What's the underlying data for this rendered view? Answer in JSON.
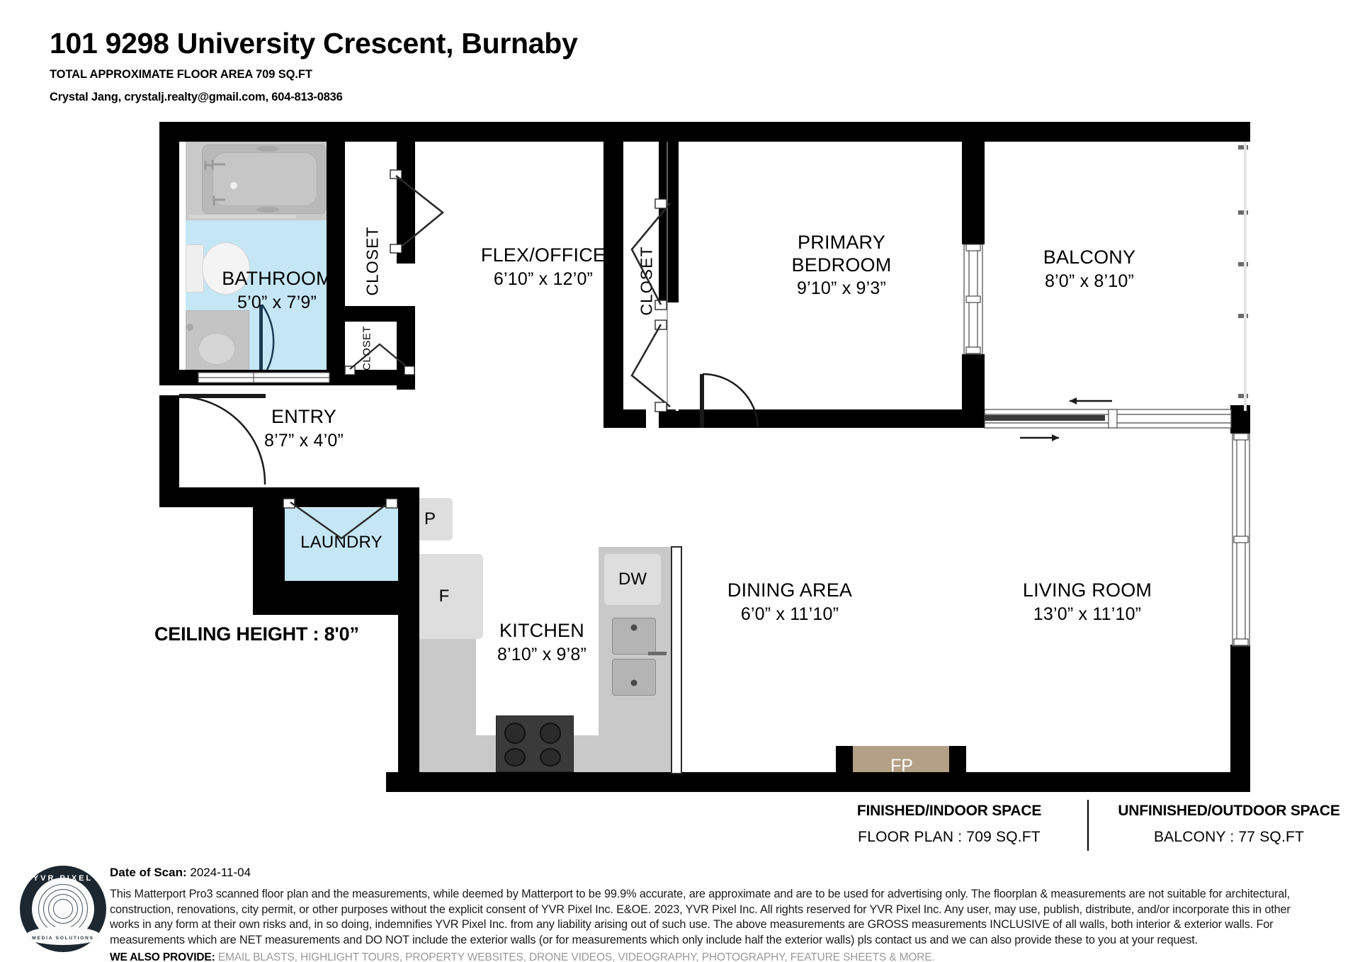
{
  "header": {
    "title": "101 9298 University Crescent, Burnaby",
    "subtitle": "TOTAL APPROXIMATE FLOOR AREA 709 SQ.FT",
    "agent": "Crystal Jang, crystalj.realty@gmail.com, 604-813-0836"
  },
  "plan": {
    "ceiling_height": "CEILING HEIGHT : 8'0”",
    "rooms": [
      {
        "id": "bathroom",
        "name": "BATHROOM",
        "dim": "5’0” x 7’9”"
      },
      {
        "id": "flex",
        "name": "FLEX/OFFICE",
        "dim": "6’10” x 12’0”"
      },
      {
        "id": "primary",
        "name": "PRIMARY\nBEDROOM",
        "name_line1": "PRIMARY",
        "name_line2": "BEDROOM",
        "dim": "9’10” x 9’3”"
      },
      {
        "id": "balcony",
        "name": "BALCONY",
        "dim": "8’0” x 8’10”"
      },
      {
        "id": "entry",
        "name": "ENTRY",
        "dim": "8’7” x 4’0”"
      },
      {
        "id": "laundry",
        "name": "LAUNDRY",
        "dim": ""
      },
      {
        "id": "kitchen",
        "name": "KITCHEN",
        "dim": "8’10” x 9’8”"
      },
      {
        "id": "dining",
        "name": "DINING AREA",
        "dim": "6’0” x 11’10”"
      },
      {
        "id": "living",
        "name": "LIVING ROOM",
        "dim": "13’0” x 11’10”"
      }
    ],
    "closets": [
      {
        "id": "closet-flex-upper",
        "label": "CLOSET"
      },
      {
        "id": "closet-entry-small",
        "label": "CLOSET"
      },
      {
        "id": "closet-bedroom",
        "label": "CLOSET"
      }
    ],
    "appliances": [
      {
        "id": "pantry",
        "label": "P"
      },
      {
        "id": "fridge",
        "label": "F"
      },
      {
        "id": "dishwasher",
        "label": "DW"
      },
      {
        "id": "fireplace",
        "label": "FP"
      }
    ]
  },
  "legend": {
    "indoor_head": "FINISHED/INDOOR SPACE",
    "indoor_value": "FLOOR PLAN  :  709 SQ.FT",
    "outdoor_head": "UNFINISHED/OUTDOOR SPACE",
    "outdoor_value": "BALCONY  :  77 SQ.FT"
  },
  "footer": {
    "scan_date_label": "Date of Scan:",
    "scan_date_value": "2024-11-04",
    "disclaimer_lines": [
      "This Matterport Pro3 scanned floor plan and the measurements, while deemed by Matterport to be 99.9% accurate, are approximate and are to be used for advertising only. The floorplan & measurements are not suitable for architectural,",
      "construction, renovations, city permit, or other purposes without the explicit consent of YVR Pixel Inc. E&OE. 2023, YVR Pixel Inc. All rights reserved for YVR Pixel Inc. Any user, may use, publish, distribute, and/or incorporate this in other",
      "works in any form at their own risks and, in so doing, indemnifies YVR Pixel Inc. from any liability arising out of such use. The above measurements are GROSS measurements INCLUSIVE of all walls, both interior & exterior walls. For",
      "measurements which are NET measurements and DO NOT include the exterior walls (or for measurements which only include half the exterior walls) pls contact us and we can also provide these to you at your request."
    ],
    "provide_label": "WE ALSO PROVIDE:",
    "provide_value": "EMAIL BLASTS, HIGHLIGHT TOURS, PROPERTY WEBSITES, DRONE VIDEOS, VIDEOGRAPHY, PHOTOGRAPHY, FEATURE SHEETS & MORE.",
    "logo_text": "YVR PIXEL",
    "logo_subtext": "MEDIA SOLUTIONS"
  },
  "colors": {
    "wall": "#000000",
    "wet_room_fill": "#c5e6f5",
    "fixture_grey": "#c9c9c9",
    "fireplace": "#b3a086",
    "logo_navy": "#1d2730"
  }
}
